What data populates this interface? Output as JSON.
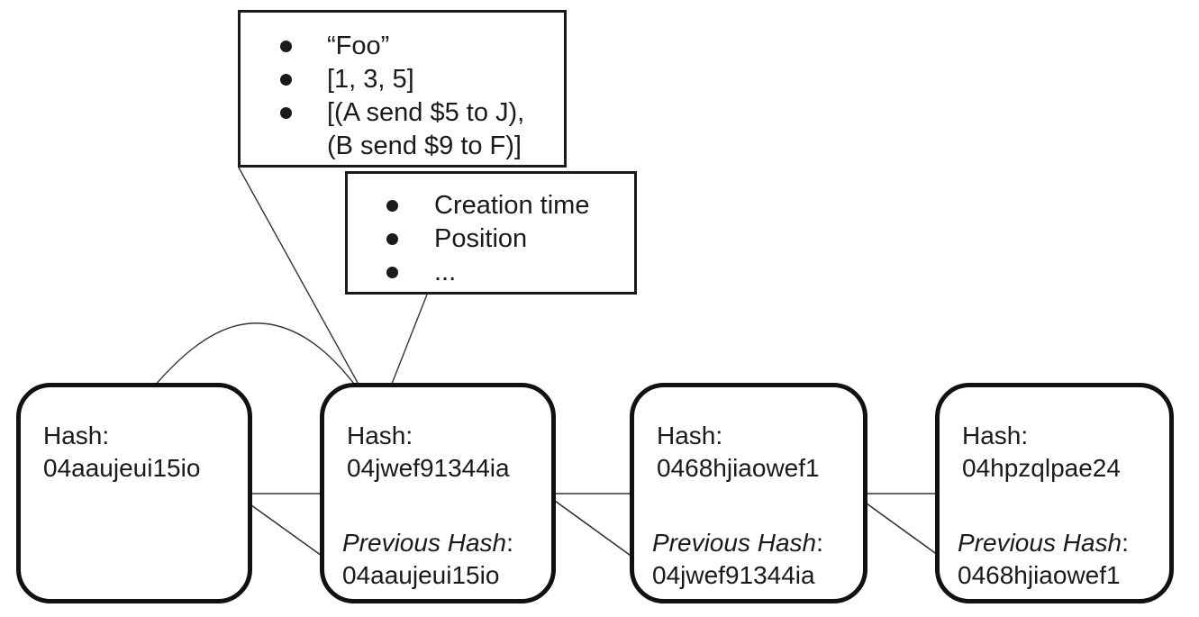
{
  "data_note": {
    "items": [
      {
        "lines": [
          "“Foo”"
        ]
      },
      {
        "lines": [
          "[1, 3, 5]"
        ]
      },
      {
        "lines": [
          "[(A send $5 to J),",
          "(B send $9 to F)]"
        ]
      }
    ]
  },
  "meta_note": {
    "items": [
      "Creation time",
      "Position",
      "..."
    ]
  },
  "blocks": [
    {
      "hash_label": "Hash:",
      "hash": "04aaujeui15io",
      "prev_label": "",
      "prev_hash": ""
    },
    {
      "hash_label": "Hash:",
      "hash": "04jwef91344ia",
      "prev_label": "Previous Hash",
      "prev_hash": "04aaujeui15io"
    },
    {
      "hash_label": "Hash:",
      "hash": "0468hjiaowef1",
      "prev_label": "Previous Hash",
      "prev_hash": "04jwef91344ia"
    },
    {
      "hash_label": "Hash:",
      "hash": "04hpzqlpae24",
      "prev_label": "Previous Hash",
      "prev_hash": "0468hjiaowef1"
    }
  ],
  "colors": {
    "stroke": "#111111",
    "text": "#1a1a1a",
    "background": "#ffffff"
  }
}
